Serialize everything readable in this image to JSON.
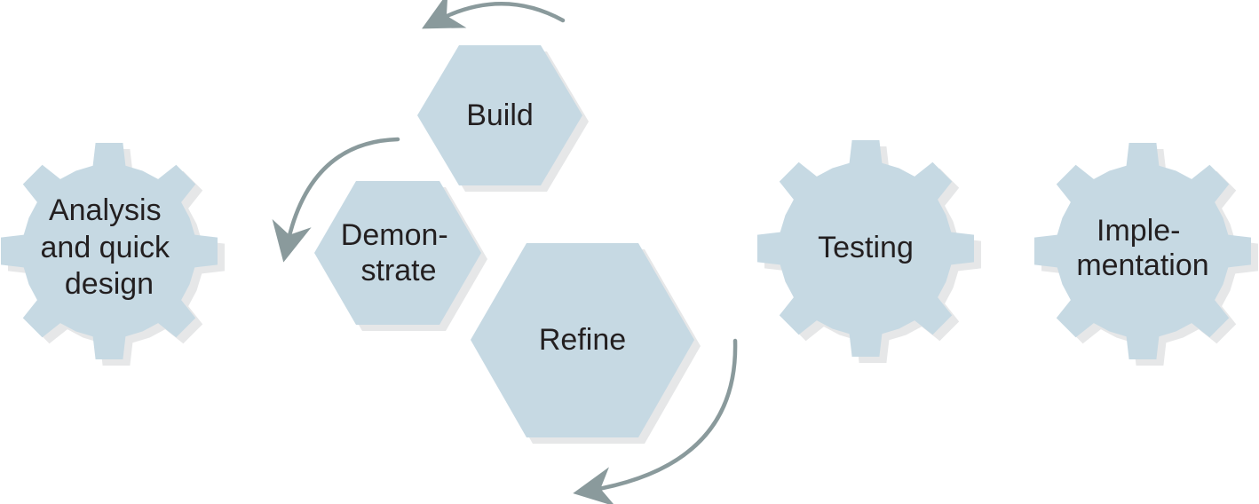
{
  "colors": {
    "shape_fill": "#c6d9e3",
    "shape_shadow": "#e6e7e8",
    "arrow": "#8a9a9c",
    "text": "#231f20",
    "background": "#ffffff"
  },
  "gears": {
    "analysis": {
      "lines": [
        "Analysis",
        "and quick",
        "design"
      ]
    },
    "testing": {
      "lines": [
        "Testing"
      ]
    },
    "implementation": {
      "lines": [
        "Imple-",
        "mentation"
      ]
    }
  },
  "hexagons": {
    "build": {
      "lines": [
        "Build"
      ]
    },
    "demonstrate": {
      "lines": [
        "Demon-",
        "strate"
      ]
    },
    "refine": {
      "lines": [
        "Refine"
      ]
    }
  },
  "arrows": [
    {
      "name": "cycle-arrow-top",
      "icon": "curved-arrow-left-icon"
    },
    {
      "name": "cycle-arrow-left",
      "icon": "curved-arrow-down-icon"
    },
    {
      "name": "cycle-arrow-bottom",
      "icon": "curved-arrow-down-left-icon"
    }
  ]
}
